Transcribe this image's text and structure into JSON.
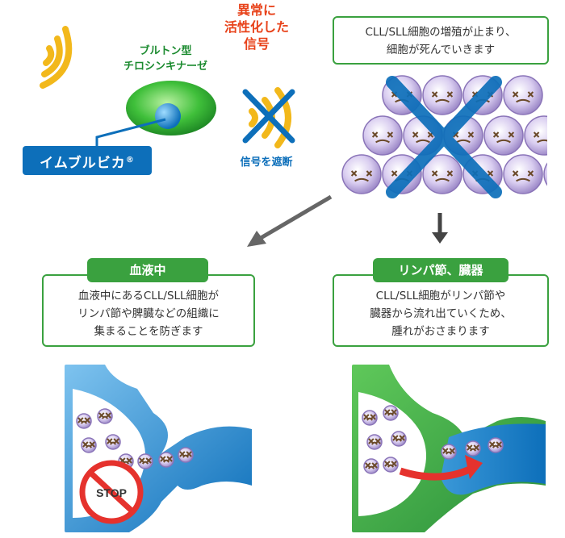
{
  "btk": {
    "line1": "ブルトン型",
    "line2": "チロシンキナーゼ"
  },
  "drug": {
    "name": "イムブルビカ",
    "mark": "®"
  },
  "signal": {
    "line1": "異常に",
    "line2": "活性化した",
    "line3": "信号",
    "blocked": "信号を遮断"
  },
  "effect": {
    "line1": "CLL/SLL細胞の増殖が止まり、",
    "line2": "細胞が死んでいきます"
  },
  "blood": {
    "tag": "血液中",
    "line1": "血液中にあるCLL/SLL細胞が",
    "line2": "リンパ節や脾臓などの組織に",
    "line3": "集まることを防ぎます"
  },
  "lymph": {
    "tag": "リンパ節、臓器",
    "line1": "CLL/SLL細胞がリンパ節や",
    "line2": "臓器から流れ出ていくため、",
    "line3": "腫れがおさまります"
  },
  "stop": "STOP",
  "colors": {
    "green": "#3aa13f",
    "blue": "#0d6fba",
    "red": "#e8421a",
    "yellow": "#f2b81b",
    "cell": "#b8a8d8"
  }
}
